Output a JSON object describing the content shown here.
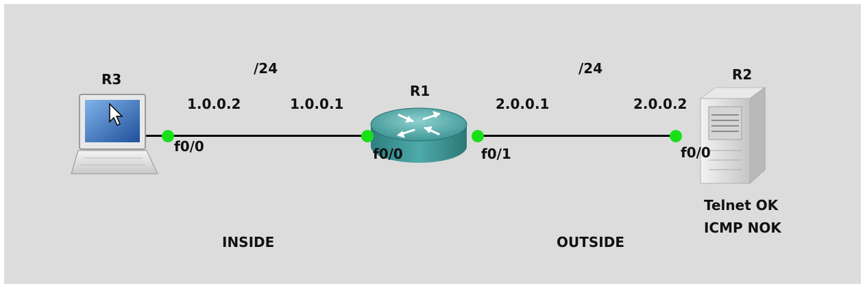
{
  "nodes": {
    "r3": {
      "name": "R3",
      "interface": "f0/0",
      "ip": "1.0.0.2",
      "icon": "laptop-icon"
    },
    "r1": {
      "name": "R1",
      "if_left": "f0/0",
      "ip_left": "1.0.0.1",
      "if_right": "f0/1",
      "ip_right": "2.0.0.1",
      "icon": "router-icon"
    },
    "r2": {
      "name": "R2",
      "interface": "f0/0",
      "ip": "2.0.0.2",
      "icon": "server-icon",
      "status_line1": "Telnet OK",
      "status_line2": "ICMP NOK"
    }
  },
  "links": {
    "inside": {
      "mask": "/24",
      "zone": "INSIDE"
    },
    "outside": {
      "mask": "/24",
      "zone": "OUTSIDE"
    }
  },
  "colors": {
    "background": "#dcdcdc",
    "port_up": "#18e018",
    "link": "#000000",
    "router": "#3a9c9c"
  }
}
